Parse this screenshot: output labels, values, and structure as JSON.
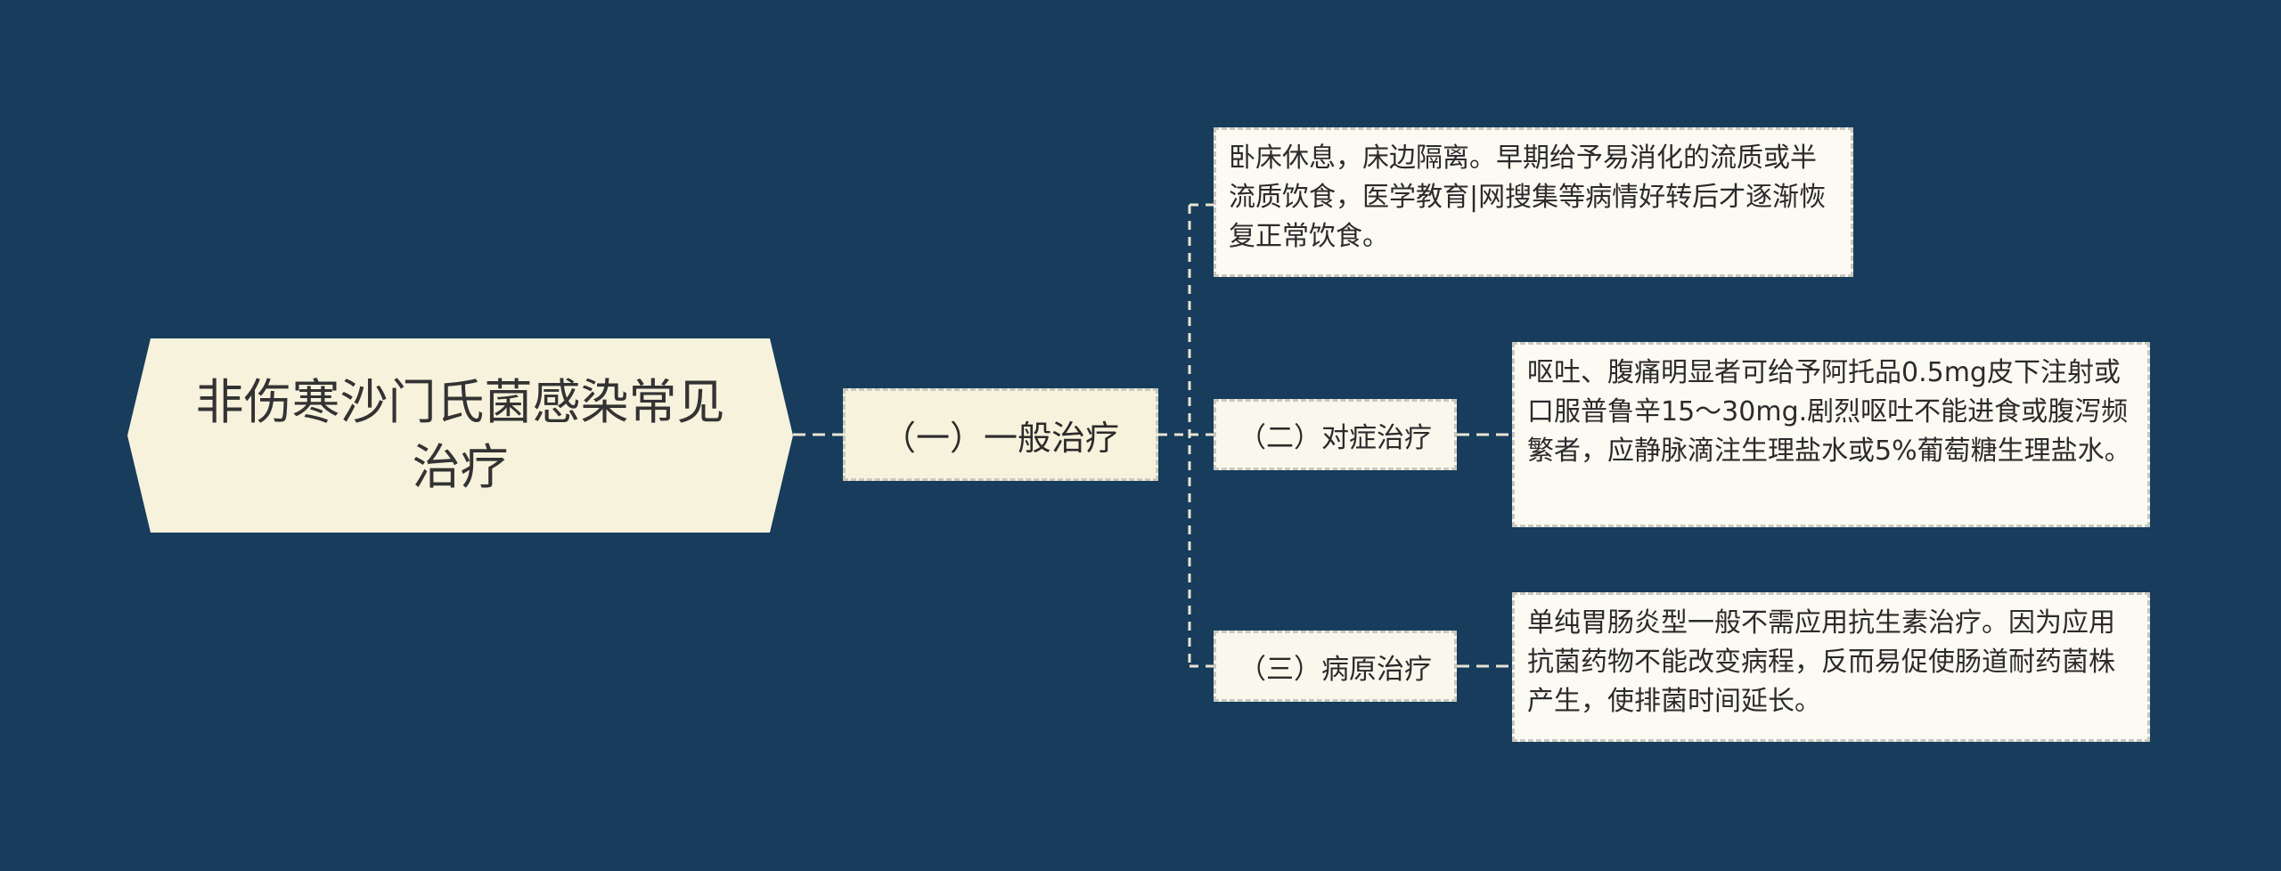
{
  "root": {
    "title": "非伤寒沙门氏菌感染常见治疗"
  },
  "branch": {
    "label": "（一）一般治疗"
  },
  "leaf_top": {
    "text": "卧床休息，床边隔离。早期给予易消化的流质或半流质饮食，医学教育|网搜集等病情好转后才逐渐恢复正常饮食。"
  },
  "sub_symptomatic": {
    "label": "（二）对症治疗",
    "detail": "呕吐、腹痛明显者可给予阿托品0.5mg皮下注射或口服普鲁辛15～30mg.剧烈呕吐不能进食或腹泻频繁者，应静脉滴注生理盐水或5%葡萄糖生理盐水。"
  },
  "sub_etiologic": {
    "label": "（三）病原治疗",
    "detail": "单纯胃肠炎型一般不需应用抗生素治疗。因为应用抗菌药物不能改变病程，反而易促使肠道耐药菌株产生，使排菌时间延长。"
  },
  "colors": {
    "background": "#173c5c",
    "node_fill": "#faf7e8",
    "connector": "#e8e4d2"
  }
}
